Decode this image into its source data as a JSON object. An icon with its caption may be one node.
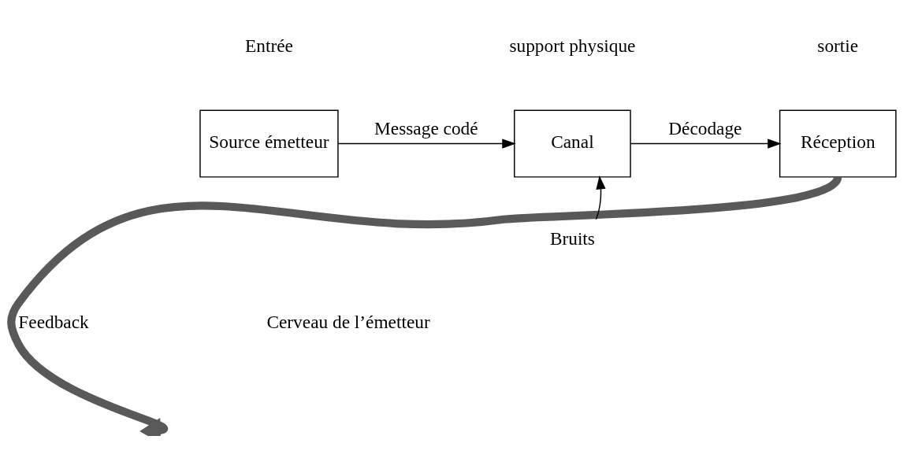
{
  "diagram": {
    "nodes": [
      {
        "text": [
          "Source émetteur"
        ],
        "beside": [
          "Entrée"
        ]
      },
      {
        "text": [
          "Canal"
        ],
        "beside": [
          "support physique"
        ]
      },
      {
        "text": [
          "Réception"
        ],
        "beside": [
          "sortie"
        ]
      },
      {
        "text": [
          "Bruits"
        ]
      }
    ],
    "edges": [
      {
        "from": 0,
        "to": 1,
        "arrow": "to",
        "label": "Message codé"
      },
      {
        "from": 1,
        "to": 2,
        "arrow": "to",
        "label": "Décodage"
      },
      {
        "from": 3,
        "to": 1,
        "arrow": "to"
      },
      {
        "from": 2,
        "to": null,
        "arrow": "to",
        "label": "Feedback",
        "style": "thick",
        "color": "#595959"
      }
    ],
    "labels": [
      "Cerveau de l’émetteur"
    ]
  }
}
